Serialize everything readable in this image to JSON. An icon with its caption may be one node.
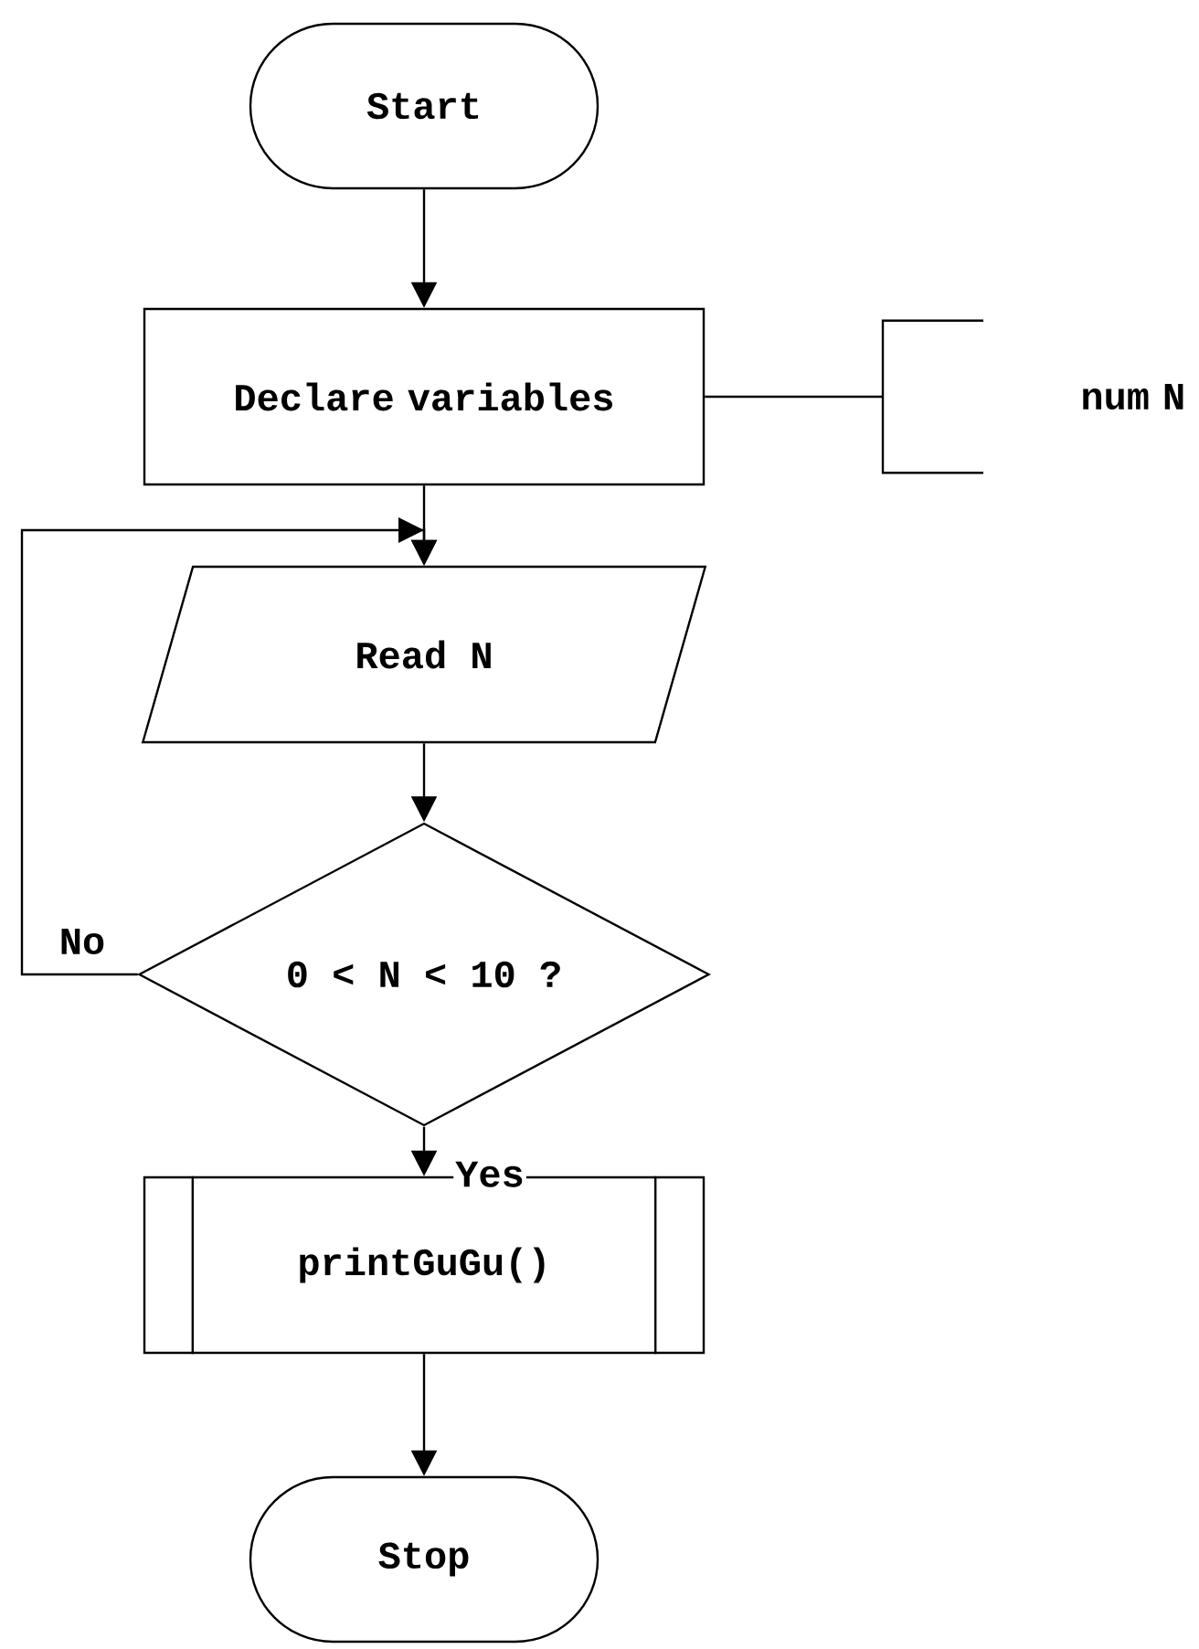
{
  "diagram": {
    "nodes": [
      {
        "text": [
          "Start"
        ]
      },
      {
        "text": [
          "Declare variables"
        ]
      },
      {
        "text": [
          "num N"
        ]
      },
      {
        "text": [
          "Read N"
        ]
      },
      {
        "text": [
          "0 < N < 10 ?"
        ]
      },
      {
        "text": [
          "printGuGu()"
        ]
      },
      {
        "text": [
          "Stop"
        ]
      }
    ],
    "edges": [
      {
        "from": 0,
        "to": 1,
        "arrow": "to"
      },
      {
        "from": 1,
        "to": 2,
        "arrow": "none"
      },
      {
        "from": 1,
        "to": 3,
        "arrow": "to"
      },
      {
        "from": 3,
        "to": 4,
        "arrow": "to"
      },
      {
        "from": 4,
        "to": 3,
        "arrow": "to",
        "label": "No"
      },
      {
        "from": 4,
        "to": 5,
        "arrow": "to",
        "label": "Yes"
      },
      {
        "from": 5,
        "to": 6,
        "arrow": "to"
      }
    ]
  }
}
